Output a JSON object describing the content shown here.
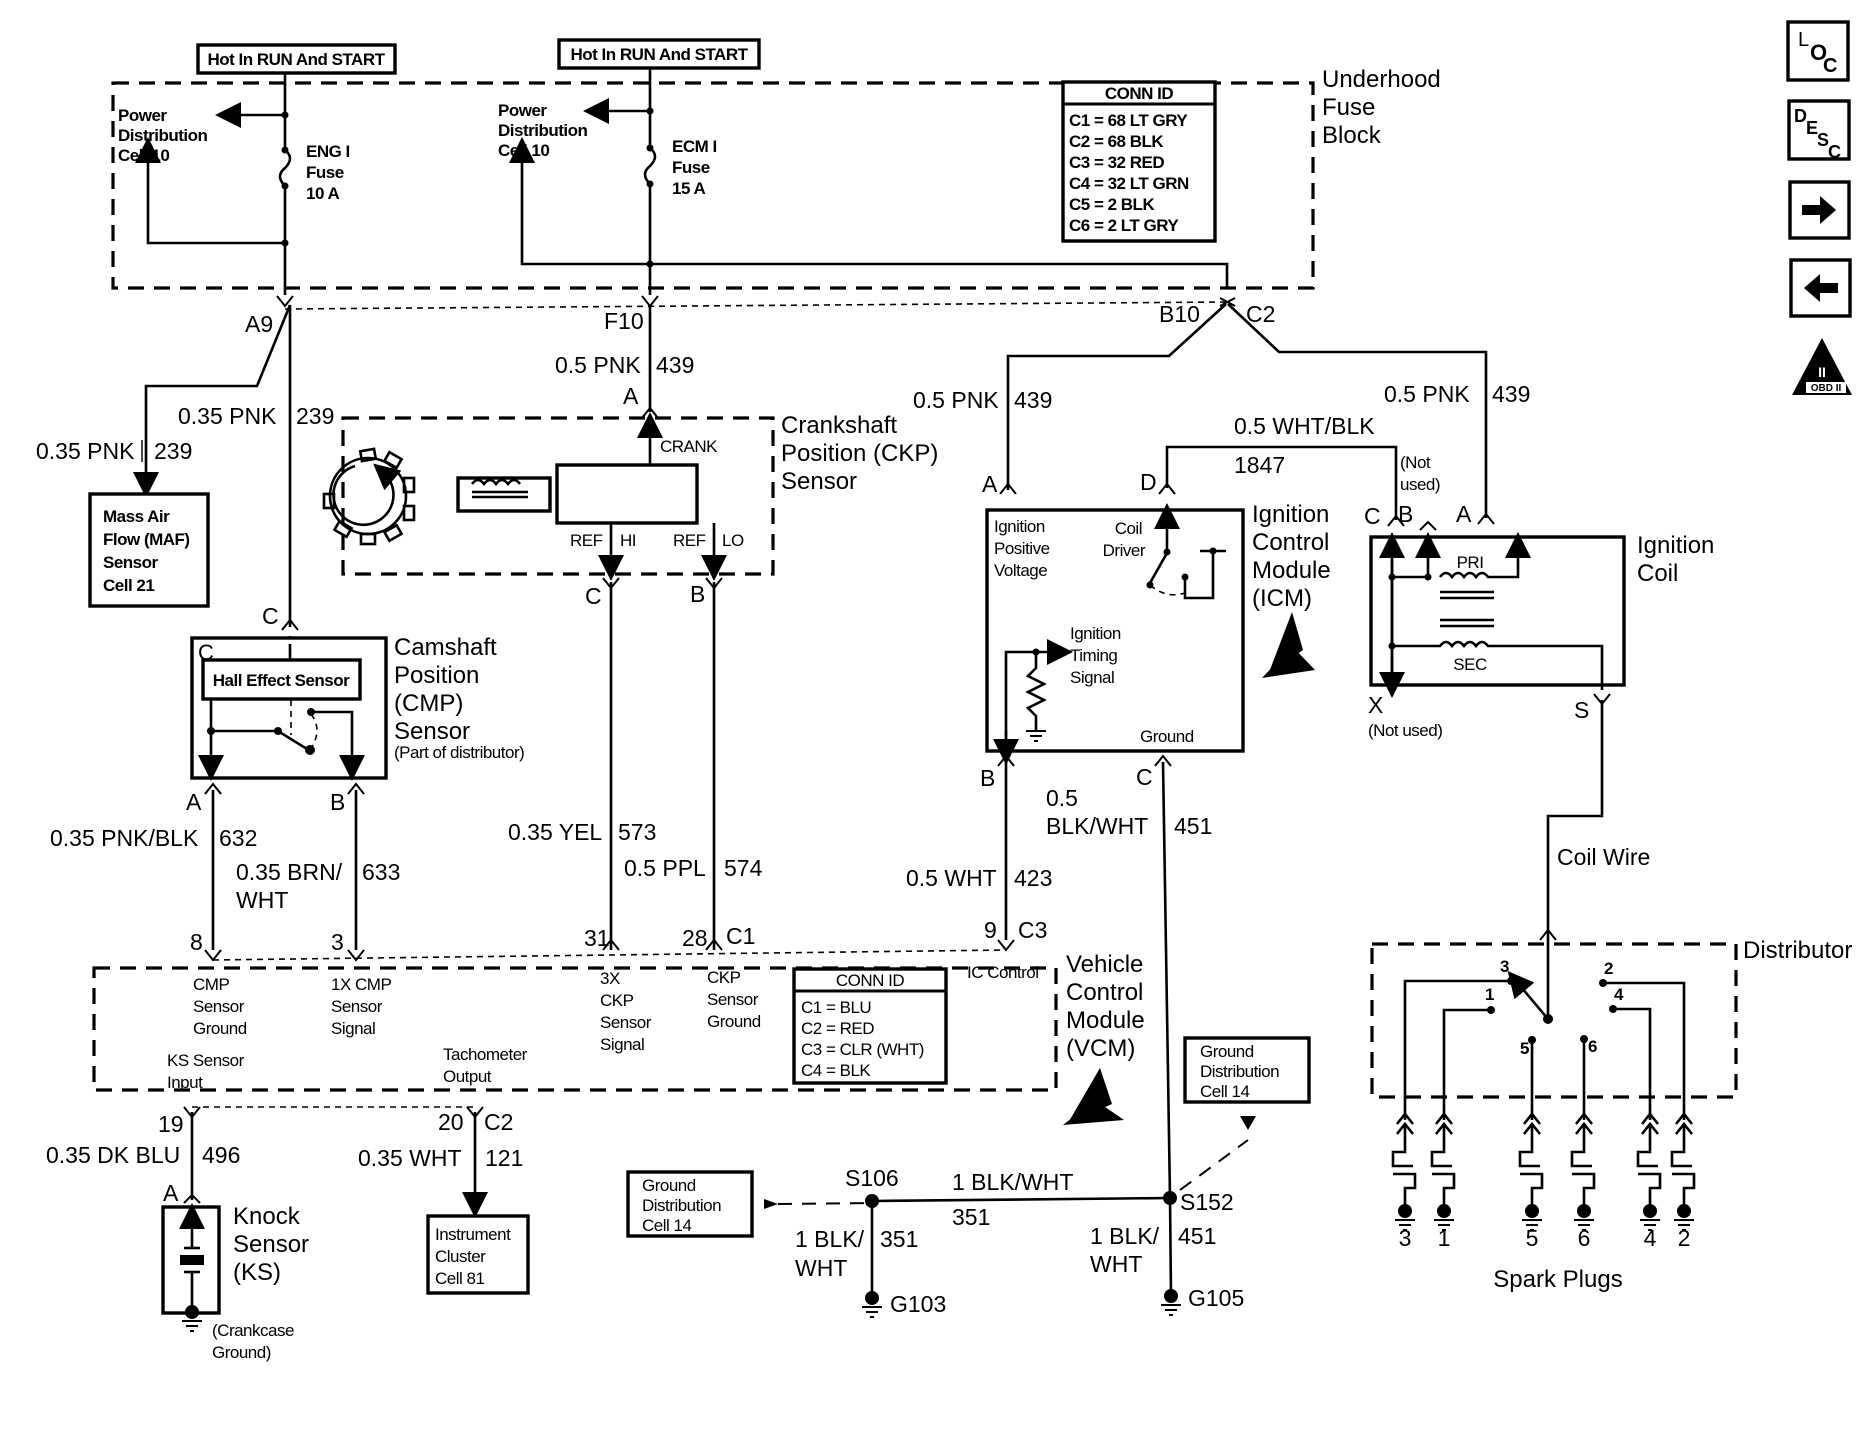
{
  "hot_labels": [
    "Hot In RUN And START",
    "Hot In RUN And START"
  ],
  "fuse_block": {
    "title": [
      "Underhood",
      "Fuse",
      "Block"
    ],
    "power_dist_left": [
      "Power",
      "Distribution",
      "Cell 10"
    ],
    "power_dist_right": [
      "Power",
      "Distribution",
      "Cell 10"
    ],
    "fuse1": [
      "ENG I",
      "Fuse",
      "10 A"
    ],
    "fuse2": [
      "ECM I",
      "Fuse",
      "15 A"
    ],
    "conn_id": {
      "header": "CONN ID",
      "rows": [
        "C1 = 68 LT GRY",
        "C2 = 68 BLK",
        "C3 = 32 RED",
        "C4 = 32 LT GRN",
        "C5 = 2 BLK",
        "C6 = 2 LT GRY"
      ]
    },
    "pins": {
      "a9": "A9",
      "f10": "F10",
      "b10": "B10",
      "c2": "C2"
    }
  },
  "wires": {
    "w239_maf": {
      "color": "0.35 PNK",
      "circuit": "239"
    },
    "w239_cmp": {
      "color": "0.35 PNK",
      "circuit": "239"
    },
    "w439_ckp": {
      "color": "0.5 PNK",
      "circuit": "439"
    },
    "w439_icm": {
      "color": "0.5 PNK",
      "circuit": "439"
    },
    "w439_coil": {
      "color": "0.5 PNK",
      "circuit": "439"
    },
    "w1847": {
      "color": "0.5 WHT/BLK",
      "circuit": "1847"
    },
    "w632": {
      "color": "0.35 PNK/BLK",
      "circuit": "632"
    },
    "w633": {
      "color": [
        "0.35 BRN/",
        "WHT"
      ],
      "circuit": "633"
    },
    "w573": {
      "color": "0.35 YEL",
      "circuit": "573"
    },
    "w574": {
      "color": "0.5 PPL",
      "circuit": "574"
    },
    "w423": {
      "color": "0.5 WHT",
      "circuit": "423"
    },
    "w451_top": {
      "color": [
        "0.5",
        "BLK/WHT"
      ],
      "circuit": "451"
    },
    "w496": {
      "color": "0.35 DK BLU",
      "circuit": "496"
    },
    "w121": {
      "color": "0.35 WHT",
      "circuit": "121"
    },
    "w351_h": {
      "color": "1 BLK/WHT",
      "circuit": "351"
    },
    "w351_v": {
      "color": [
        "1 BLK/",
        "WHT"
      ],
      "circuit": "351"
    },
    "w451_v": {
      "color": [
        "1 BLK/",
        "WHT"
      ],
      "circuit": "451"
    },
    "coil_wire": "Coil Wire"
  },
  "maf": [
    "Mass Air",
    "Flow (MAF)",
    "Sensor",
    "Cell 21"
  ],
  "ckp": {
    "title": [
      "Crankshaft",
      "Position (CKP)",
      "Sensor"
    ],
    "crank": "CRANK",
    "ref_hi": [
      "REF",
      "HI"
    ],
    "ref_lo": [
      "REF",
      "LO"
    ],
    "pins": {
      "a": "A",
      "c": "C",
      "b": "B"
    }
  },
  "cmp": {
    "title": [
      "Camshaft",
      "Position",
      "(CMP)",
      "Sensor"
    ],
    "note": "(Part of distributor)",
    "hall": "Hall Effect Sensor",
    "pins": {
      "c": "C",
      "a": "A",
      "b": "B"
    }
  },
  "icm": {
    "title": [
      "Ignition",
      "Control",
      "Module",
      "(ICM)"
    ],
    "ipv": [
      "Ignition",
      "Positive",
      "Voltage"
    ],
    "coil_driver": [
      "Coil",
      "Driver"
    ],
    "timing": [
      "Ignition",
      "Timing",
      "Signal"
    ],
    "ground": "Ground",
    "pins": {
      "a": "A",
      "d": "D",
      "b": "B",
      "c": "C"
    }
  },
  "coil": {
    "title": [
      "Ignition",
      "Coil"
    ],
    "pri": "PRI",
    "sec": "SEC",
    "not_used_b": [
      "(Not",
      "used)"
    ],
    "not_used_x": "(Not used)",
    "pins": {
      "c": "C",
      "b": "B",
      "a": "A",
      "x": "X",
      "s": "S"
    }
  },
  "vcm": {
    "title": [
      "Vehicle",
      "Control",
      "Module",
      "(VCM)"
    ],
    "cmp_gnd": [
      "CMP",
      "Sensor",
      "Ground"
    ],
    "cmp_sig": [
      "1X CMP",
      "Sensor",
      "Signal"
    ],
    "ckp3x": [
      "3X",
      "CKP",
      "Sensor",
      "Signal"
    ],
    "ckp_gnd": [
      "CKP",
      "Sensor",
      "Ground"
    ],
    "ic_control": "IC Control",
    "ks_input": [
      "KS Sensor",
      "Input"
    ],
    "tach": [
      "Tachometer",
      "Output"
    ],
    "conn_id": {
      "header": "CONN ID",
      "rows": [
        "C1 = BLU",
        "C2 = RED",
        "C3 = CLR (WHT)",
        "C4 = BLK"
      ]
    },
    "pins": {
      "p8": "8",
      "p3": "3",
      "p31": "31",
      "p28": "28",
      "c1": "C1",
      "p9": "9",
      "c3": "C3",
      "p19": "19",
      "p20": "20",
      "c2": "C2"
    }
  },
  "knock": {
    "title": [
      "Knock",
      "Sensor",
      "(KS)"
    ],
    "ground": [
      "(Crankcase",
      "Ground)"
    ],
    "pin": "A"
  },
  "cluster": [
    "Instrument",
    "Cluster",
    "Cell 81"
  ],
  "ground_dist_left": [
    "Ground",
    "Distribution",
    "Cell 14"
  ],
  "ground_dist_right": [
    "Ground",
    "Distribution",
    "Cell 14"
  ],
  "splices": {
    "s106": "S106",
    "s152": "S152"
  },
  "grounds": {
    "g103": "G103",
    "g105": "G105"
  },
  "distributor": {
    "title": "Distributor",
    "terminals": [
      "3",
      "2",
      "1",
      "4",
      "5",
      "6"
    ]
  },
  "spark_plugs": {
    "title": "Spark Plugs",
    "numbers": [
      "3",
      "1",
      "5",
      "6",
      "4",
      "2"
    ]
  },
  "nav": {
    "loc": [
      "L",
      "O",
      "C"
    ],
    "desc": [
      "D",
      "E",
      "S",
      "C"
    ],
    "obd": "OBD II",
    "obd_top": "II"
  }
}
